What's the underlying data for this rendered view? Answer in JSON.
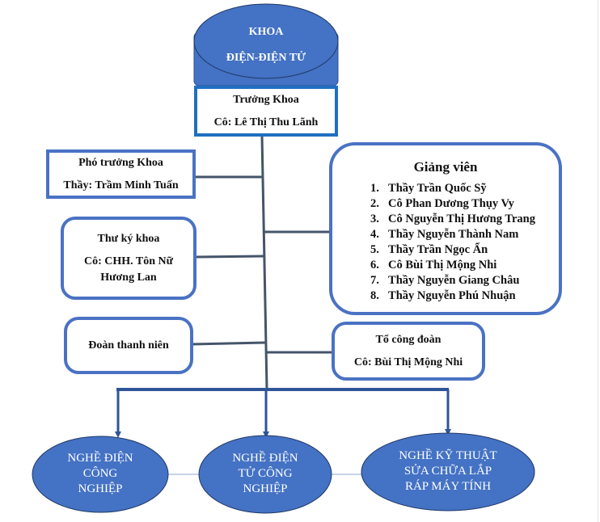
{
  "faculty": {
    "line1": "KHOA",
    "line2": "ĐIỆN-ĐIỆN TỬ"
  },
  "dean": {
    "title": "Trưởng Khoa",
    "name": "Cô: Lê Thị Thu Lãnh"
  },
  "vice_dean": {
    "title": "Phó trưởng Khoa",
    "name": "Thầy: Trầm Minh Tuấn"
  },
  "secretary": {
    "title": "Thư ký khoa",
    "name_line1": "Cô: CHH. Tôn Nữ",
    "name_line2": "Hương Lan"
  },
  "youth_union": {
    "title": "Đoàn thanh niên"
  },
  "lecturers": {
    "title": "Giảng viên",
    "items": [
      {
        "num": "1.",
        "name": "Thầy Trần Quốc Sỹ"
      },
      {
        "num": "2.",
        "name": "Cô Phan Dương Thụy Vy"
      },
      {
        "num": "3.",
        "name": "Cô Nguyễn Thị Hương Trang"
      },
      {
        "num": "4.",
        "name": "Thầy Nguyễn Thành Nam"
      },
      {
        "num": "5.",
        "name": "Thầy Trần Ngọc Ẩn"
      },
      {
        "num": "6.",
        "name": "Cô Bùi Thị Mộng Nhi"
      },
      {
        "num": "7.",
        "name": "Thầy Nguyễn Giang Châu"
      },
      {
        "num": "8.",
        "name": "Thầy Nguyễn Phú Nhuận"
      }
    ]
  },
  "trade_union": {
    "title": "Tổ công đoàn",
    "name": "Cô: Bùi Thị Mộng Nhi"
  },
  "programs": [
    {
      "line1": "NGHỀ ĐIỆN",
      "line2": "CÔNG",
      "line3": "NGHIỆP"
    },
    {
      "line1": "NGHỀ ĐIỆN",
      "line2": "TỬ CÔNG",
      "line3": "NGHIỆP"
    },
    {
      "line1": "NGHỀ KỸ THUẬT",
      "line2": "SỬA CHỮA LẮP",
      "line3": "RÁP MÁY TÍNH"
    }
  ],
  "colors": {
    "node_fill": "#4472c4",
    "node_stroke": "#2f528f",
    "box_border": "#4a72c4",
    "dean_border": "#1f6fc1",
    "connector": "#44546a",
    "arrow_line": "#2f5597"
  }
}
